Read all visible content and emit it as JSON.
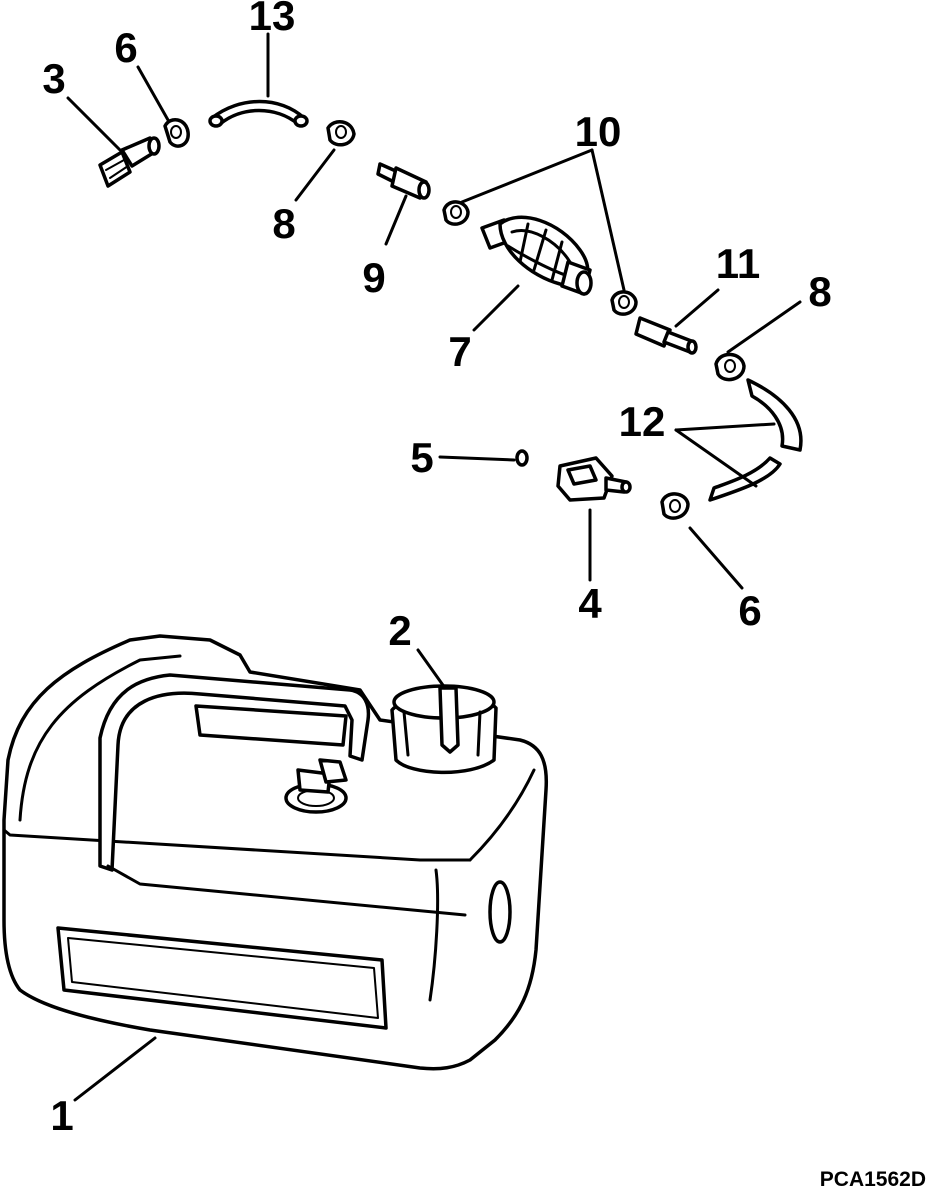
{
  "diagram": {
    "callouts": [
      "1",
      "2",
      "3",
      "4",
      "5",
      "6",
      "6",
      "7",
      "8",
      "8",
      "9",
      "10",
      "11",
      "12",
      "13"
    ],
    "drawing_code": "PCA1562D"
  }
}
